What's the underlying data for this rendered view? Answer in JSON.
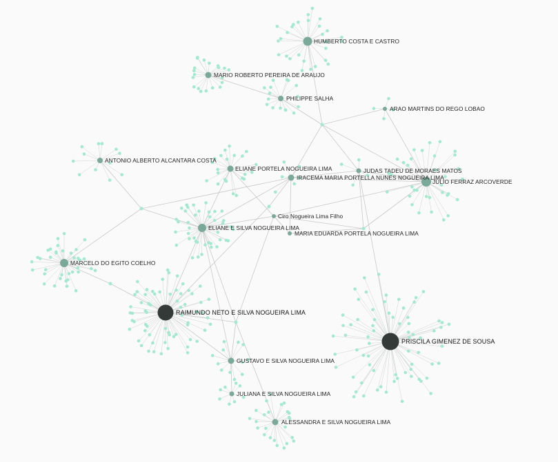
{
  "graph": {
    "colors": {
      "leaf": "#a3e9cf",
      "hub": "#7aa99a",
      "hub_dark": "#333a37",
      "edge": "#c8c8c8",
      "background": "#fafafa"
    },
    "nodes": [
      {
        "id": "humberto",
        "label": "HUMBERTO COSTA E CASTRO"
      },
      {
        "id": "mario",
        "label": "MARIO ROBERTO PEREIRA DE ARAUJO"
      },
      {
        "id": "philippe",
        "label": "PHILIPPE SALHA"
      },
      {
        "id": "arao",
        "label": "ARAO MARTINS DO REGO LOBAO"
      },
      {
        "id": "antonio",
        "label": "ANTONIO ALBERTO ALCANTARA COSTA"
      },
      {
        "id": "elianePortela",
        "label": "ELIANE PORTELA NOGUEIRA LIMA"
      },
      {
        "id": "judas",
        "label": "JUDAS TADEU DE MORAES MATOS"
      },
      {
        "id": "iracema",
        "label": "IRACEMA MARIA PORTELLA NUNES NOGUEIRA LIMA"
      },
      {
        "id": "julio",
        "label": "JULIO FERRAZ ARCOVERDE"
      },
      {
        "id": "ciro",
        "label": "Ciro Nogueira Lima Filho"
      },
      {
        "id": "elianeSilva",
        "label": "ELIANE E SILVA NOGUEIRA LIMA"
      },
      {
        "id": "mariaEduarda",
        "label": "MARIA EDUARDA PORTELA NOGUEIRA LIMA"
      },
      {
        "id": "marcelo",
        "label": "MARCELO DO EGITO COELHO"
      },
      {
        "id": "raimundo",
        "label": "RAIMUNDO NETO E SILVA NOGUEIRA LIMA"
      },
      {
        "id": "priscila",
        "label": "PRISCILA GIMENEZ DE SOUSA"
      },
      {
        "id": "gustavo",
        "label": "GUSTAVO E SILVA NOGUEIRA LIMA"
      },
      {
        "id": "juliana",
        "label": "JULIANA E SILVA NOGUEIRA LIMA"
      },
      {
        "id": "alessandra",
        "label": "ALESSANDRA E SILVA NOGUEIRA LIMA"
      }
    ]
  }
}
